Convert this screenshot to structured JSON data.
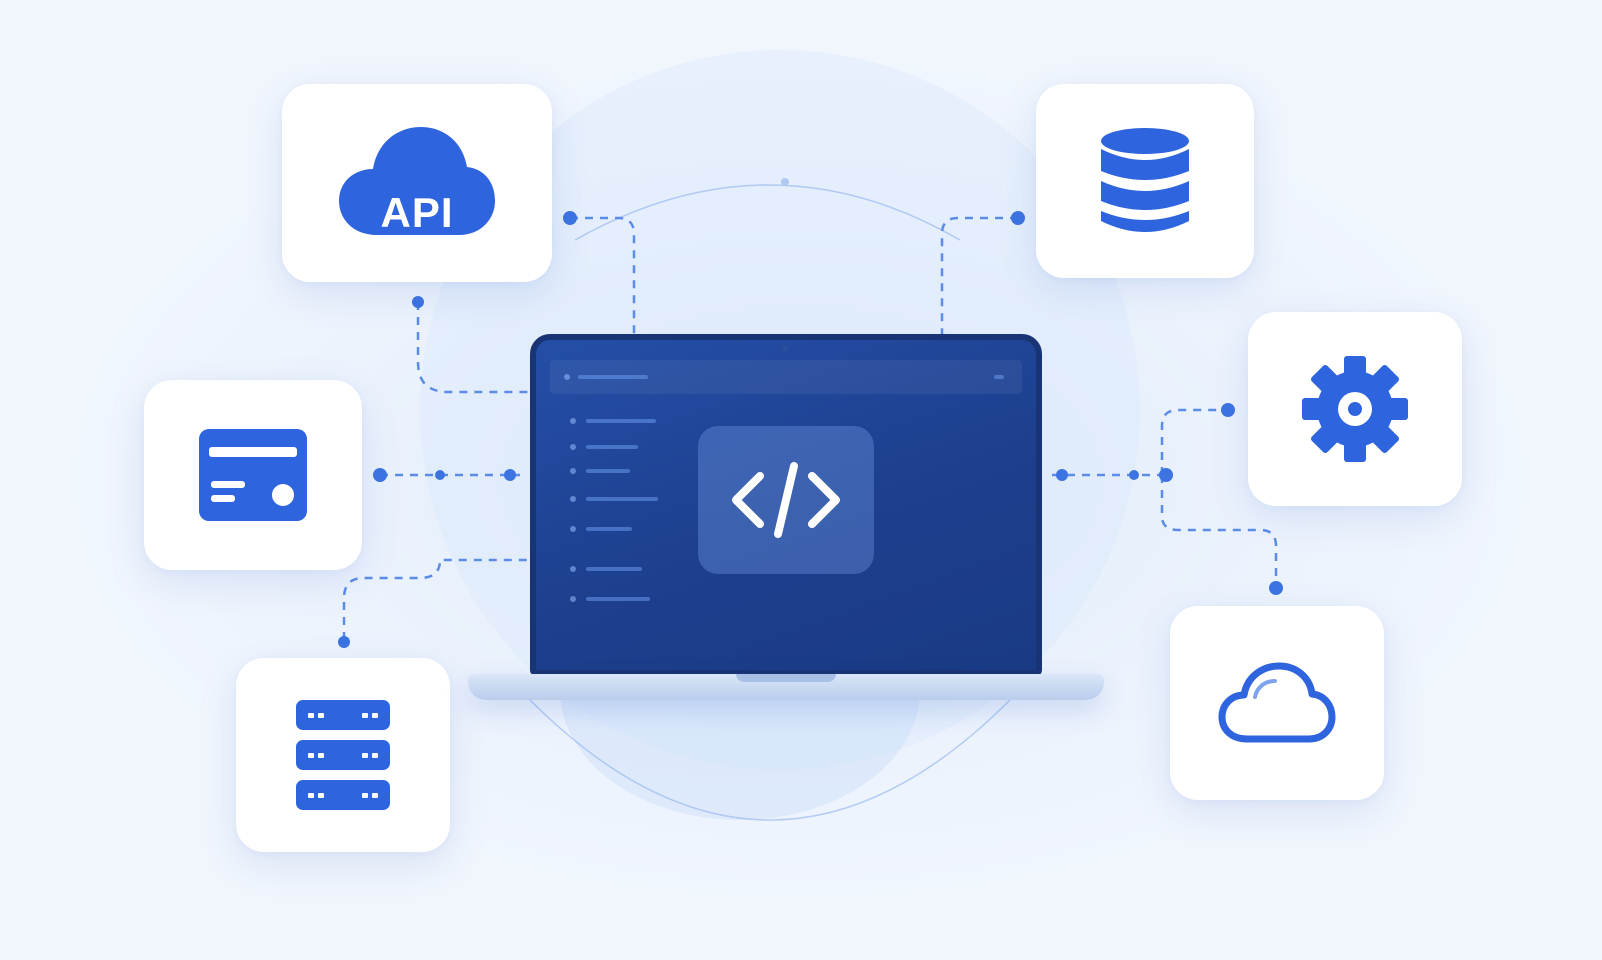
{
  "illustration": {
    "api_badge_text": "API",
    "center_icon": "code-brackets-icon",
    "nodes": [
      {
        "name": "api-cloud-card",
        "icon": "api-cloud-icon"
      },
      {
        "name": "database-card",
        "icon": "database-icon"
      },
      {
        "name": "payment-card-card",
        "icon": "credit-card-icon"
      },
      {
        "name": "settings-card",
        "icon": "gear-icon"
      },
      {
        "name": "server-card",
        "icon": "server-rack-icon"
      },
      {
        "name": "cloud-card",
        "icon": "cloud-outline-icon"
      }
    ]
  },
  "colors": {
    "background": "#f1f6fd",
    "accent": "#2f64df",
    "laptop_screen": "#1d3f8e",
    "connector": "#5b8ce8",
    "card": "#ffffff"
  }
}
